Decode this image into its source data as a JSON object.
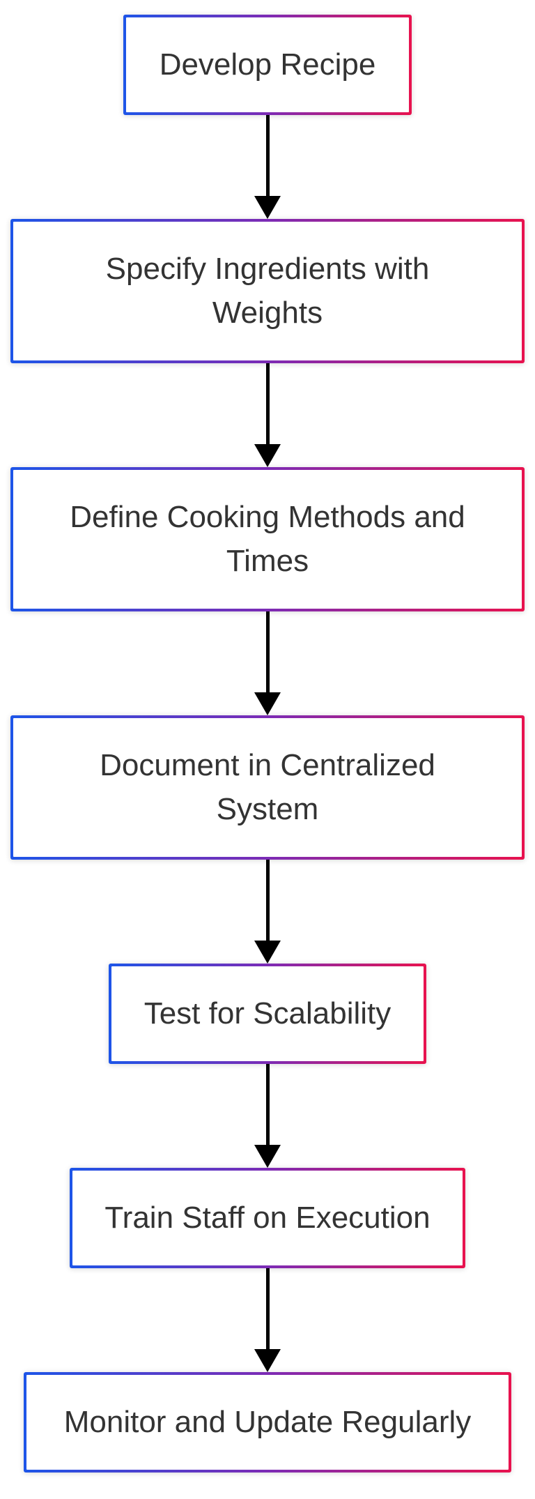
{
  "flowchart": {
    "type": "flowchart",
    "direction": "top-down",
    "nodes": [
      {
        "id": "1",
        "label": "Develop Recipe"
      },
      {
        "id": "2",
        "label": "Specify Ingredients with\nWeights"
      },
      {
        "id": "3",
        "label": "Define Cooking Methods and\nTimes"
      },
      {
        "id": "4",
        "label": "Document in Centralized\nSystem"
      },
      {
        "id": "5",
        "label": "Test for Scalability"
      },
      {
        "id": "6",
        "label": "Train Staff on Execution"
      },
      {
        "id": "7",
        "label": "Monitor and Update Regularly"
      }
    ],
    "edges": [
      {
        "from": "1",
        "to": "2"
      },
      {
        "from": "2",
        "to": "3"
      },
      {
        "from": "3",
        "to": "4"
      },
      {
        "from": "4",
        "to": "5"
      },
      {
        "from": "5",
        "to": "6"
      },
      {
        "from": "6",
        "to": "7"
      }
    ],
    "colors": {
      "border-start": "#1d55e8",
      "border-mid": "#7c2bb5",
      "border-end": "#e8124e",
      "arrow": "#000000",
      "text": "#333333",
      "node-fill": "#ffffff",
      "background": "#ffffff"
    }
  }
}
